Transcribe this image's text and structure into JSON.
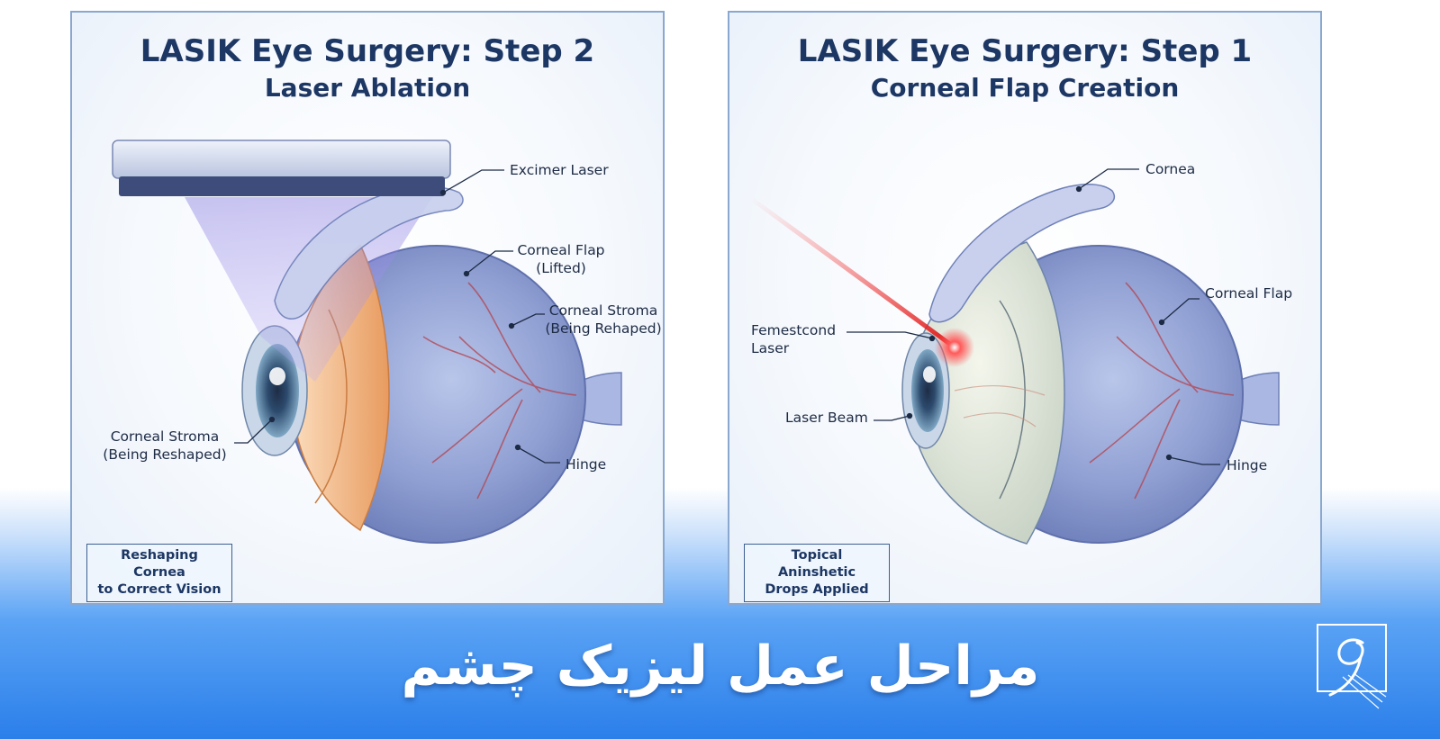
{
  "left_panel": {
    "title": "LASIK Eye Surgery: Step 2",
    "subtitle": "Laser Ablation",
    "labels": {
      "excimer": "Excimer Laser",
      "flap_1": "Corneal Flap",
      "flap_2": "(Lifted)",
      "stroma_r_1": "Corneal Stroma",
      "stroma_r_2": "(Being Rehaped)",
      "stroma_l_1": "Corneal Stroma",
      "stroma_l_2": "(Being Reshaped)",
      "hinge": "Hinge"
    },
    "note_1": "Reshaping Cornea",
    "note_2": "to Correct Vision"
  },
  "right_panel": {
    "title": "LASIK Eye Surgery: Step 1",
    "subtitle": "Corneal Flap Creation",
    "labels": {
      "cornea": "Cornea",
      "flap": "Corneal Flap",
      "femto_1": "Femestcond",
      "femto_2": "Laser",
      "beam": "Laser Beam",
      "hinge": "Hinge"
    },
    "note_1": "Topical Aninshetic",
    "note_2": "Drops Applied"
  },
  "banner_title": "مراحل عمل لیزیک چشم",
  "colors": {
    "title": "#1d3764",
    "eye_blue": "#8c9fd0",
    "laser_red": "#e02020",
    "stroma_orange": "#f3b27c",
    "banner_blue": "#2b7fea"
  }
}
